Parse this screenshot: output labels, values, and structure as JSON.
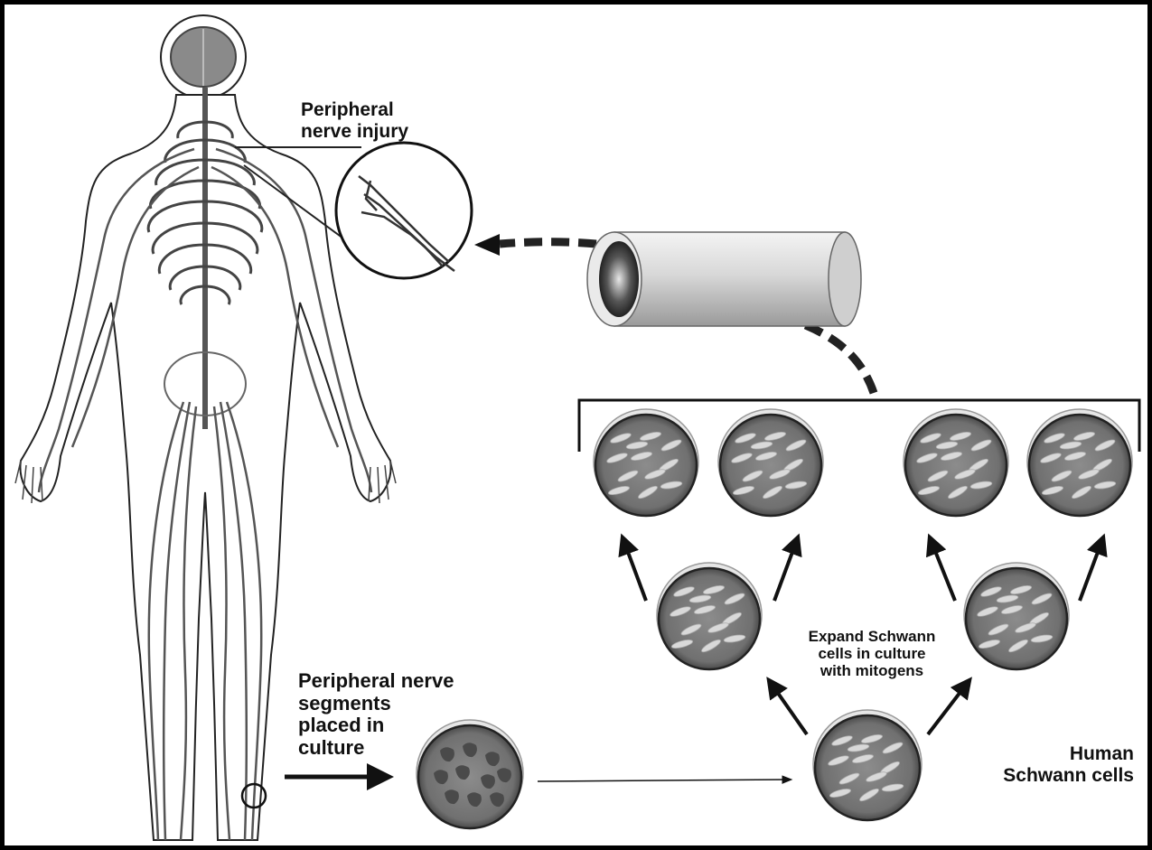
{
  "labels": {
    "injury": "Peripheral\nnerve injury",
    "segments": "Peripheral nerve\nsegments\nplaced in\nculture",
    "expand": "Expand Schwann\ncells in culture\nwith mitogens",
    "human": "Human\nSchwann cells"
  },
  "colors": {
    "dish_fill": "#7a7a7a",
    "cell_fill": "#d9d9d9",
    "nerve": "#555555",
    "outline": "#222222"
  },
  "icons": {
    "body": "human-nervous-system-illustration",
    "magnifier": "nerve-injury-zoom-circle",
    "conduit": "nerve-guidance-tube",
    "dish": "petri-dish"
  }
}
